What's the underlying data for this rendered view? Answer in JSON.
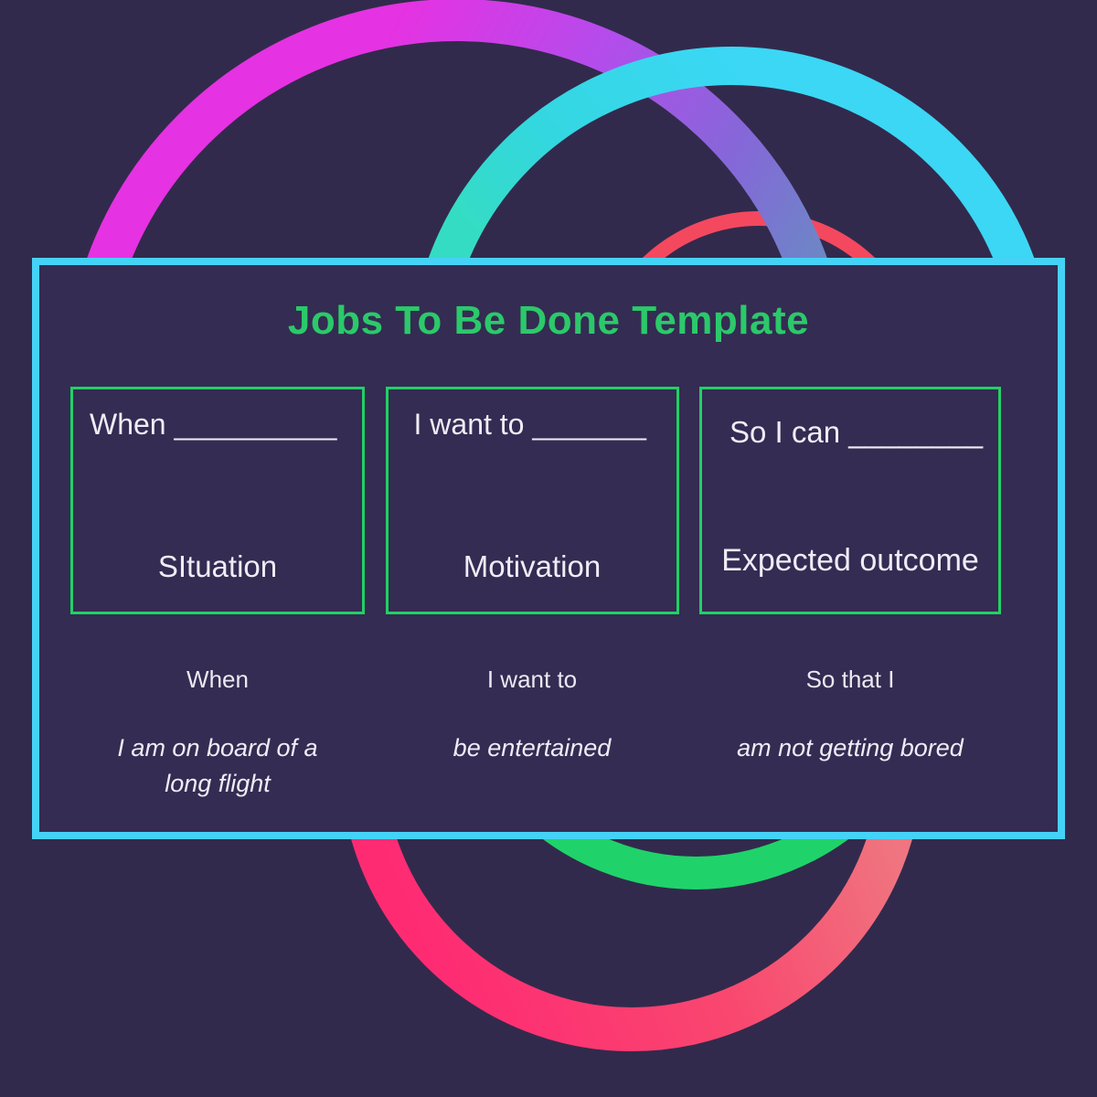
{
  "title": "Jobs To Be Done Template",
  "cards": [
    {
      "prompt": "When __________",
      "caption": "SItuation"
    },
    {
      "prompt": "I want to _______",
      "caption": "Motivation"
    },
    {
      "prompt": "So I can ________",
      "caption": "Expected outcome"
    }
  ],
  "example": {
    "columns": [
      {
        "label": "When",
        "value": "I am on board of a long flight"
      },
      {
        "label": "I want to",
        "value": "be entertained"
      },
      {
        "label": "So that I",
        "value": "am not getting bored"
      }
    ]
  },
  "colors": {
    "background": "#322a4c",
    "panel_fill": "#342c52",
    "panel_border": "#45d2f7",
    "card_border": "#22d065",
    "title_green": "#2bc96a",
    "text": "#f0ecf6",
    "ring_magenta": "#e532e2",
    "ring_purple_blue": "#6d86c6",
    "ring_cyan": "#3bd7f5",
    "ring_teal": "#35dcc4",
    "ring_red": "#f4485f",
    "ring_pink": "#fe2b73",
    "ring_salmon": "#ef7680",
    "ring_green": "#1fd36a"
  }
}
